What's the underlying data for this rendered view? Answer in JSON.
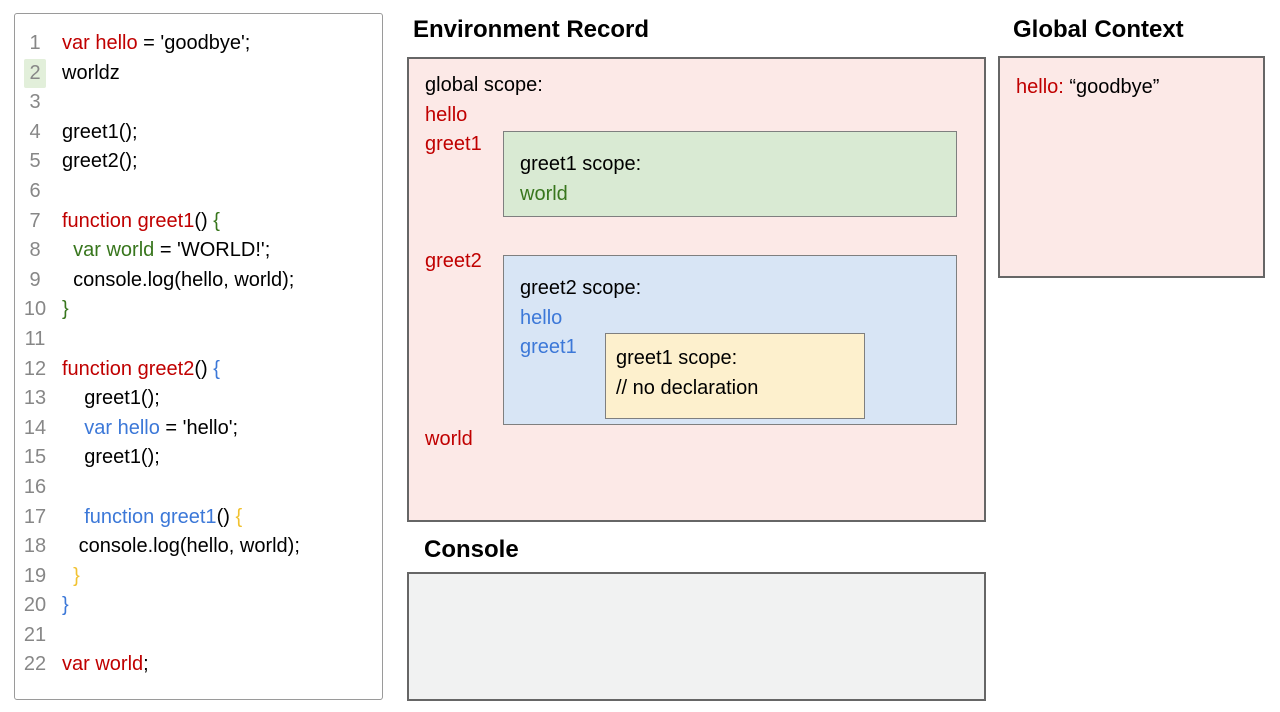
{
  "colors": {
    "red": "#c00000",
    "green": "#38761d",
    "blue": "#3c78d8",
    "gold": "#f1c232",
    "ink": "#000000",
    "gray_line_number": "#878787",
    "pink_fill": "#fce9e7",
    "green_fill": "#d9ead3",
    "blue_fill": "#d8e5f5",
    "yellow_fill": "#fdf0cd",
    "console_fill": "#f1f2f2",
    "line_highlight_fill": "#e2efda",
    "border_dark": "#666666",
    "border_light": "#7f7f7f"
  },
  "code": {
    "highlighted_line": 2,
    "lines": [
      {
        "n": "1",
        "segs": [
          [
            "var hello",
            "red"
          ],
          [
            " = 'goodbye';",
            "ink"
          ]
        ]
      },
      {
        "n": "2",
        "hl": true,
        "segs": [
          [
            "worldz",
            "ink"
          ]
        ]
      },
      {
        "n": "3",
        "segs": []
      },
      {
        "n": "4",
        "segs": [
          [
            "greet1();",
            "ink"
          ]
        ]
      },
      {
        "n": "5",
        "segs": [
          [
            "greet2();",
            "ink"
          ]
        ]
      },
      {
        "n": "6",
        "segs": []
      },
      {
        "n": "7",
        "segs": [
          [
            "function greet1",
            "red"
          ],
          [
            "() ",
            "ink"
          ],
          [
            "{",
            "green"
          ]
        ]
      },
      {
        "n": "8",
        "segs": [
          [
            "  ",
            "ink"
          ],
          [
            "var world",
            "green"
          ],
          [
            " = 'WORLD!';",
            "ink"
          ]
        ]
      },
      {
        "n": "9",
        "segs": [
          [
            "  console.log(hello, world);",
            "ink"
          ]
        ]
      },
      {
        "n": "10",
        "segs": [
          [
            "}",
            "green"
          ]
        ]
      },
      {
        "n": "11",
        "segs": []
      },
      {
        "n": "12",
        "segs": [
          [
            "function greet2",
            "red"
          ],
          [
            "() ",
            "ink"
          ],
          [
            "{",
            "blue"
          ]
        ]
      },
      {
        "n": "13",
        "segs": [
          [
            "    greet1();",
            "ink"
          ]
        ]
      },
      {
        "n": "14",
        "segs": [
          [
            "    ",
            "ink"
          ],
          [
            "var hello",
            "blue"
          ],
          [
            " = 'hello';",
            "ink"
          ]
        ]
      },
      {
        "n": "15",
        "segs": [
          [
            "    greet1();",
            "ink"
          ]
        ]
      },
      {
        "n": "16",
        "segs": []
      },
      {
        "n": "17",
        "segs": [
          [
            "    ",
            "ink"
          ],
          [
            "function greet1",
            "blue"
          ],
          [
            "() ",
            "ink"
          ],
          [
            "{",
            "gold"
          ]
        ]
      },
      {
        "n": "18",
        "segs": [
          [
            "   console.log(hello, world);",
            "ink"
          ]
        ]
      },
      {
        "n": "19",
        "segs": [
          [
            "  ",
            "ink"
          ],
          [
            "}",
            "gold"
          ]
        ]
      },
      {
        "n": "20",
        "segs": [
          [
            "}",
            "blue"
          ]
        ]
      },
      {
        "n": "21",
        "segs": []
      },
      {
        "n": "22",
        "segs": [
          [
            "var world",
            "red"
          ],
          [
            ";",
            "ink"
          ]
        ]
      }
    ]
  },
  "environment_record": {
    "title": "Environment Record",
    "global_scope": {
      "label": "global scope:",
      "var_hello": "hello",
      "var_greet1": "greet1",
      "var_greet2": "greet2",
      "var_world": "world"
    },
    "greet1_scope": {
      "label": "greet1 scope:",
      "var_world": "world"
    },
    "greet2_scope": {
      "label": "greet2 scope:",
      "var_hello": "hello",
      "var_greet1": "greet1",
      "inner_greet1_scope": {
        "label": "greet1 scope:",
        "comment": "// no declaration"
      }
    }
  },
  "console_panel": {
    "title": "Console"
  },
  "global_context": {
    "title": "Global Context",
    "entry_key": "hello:",
    "entry_value": "“goodbye”"
  }
}
